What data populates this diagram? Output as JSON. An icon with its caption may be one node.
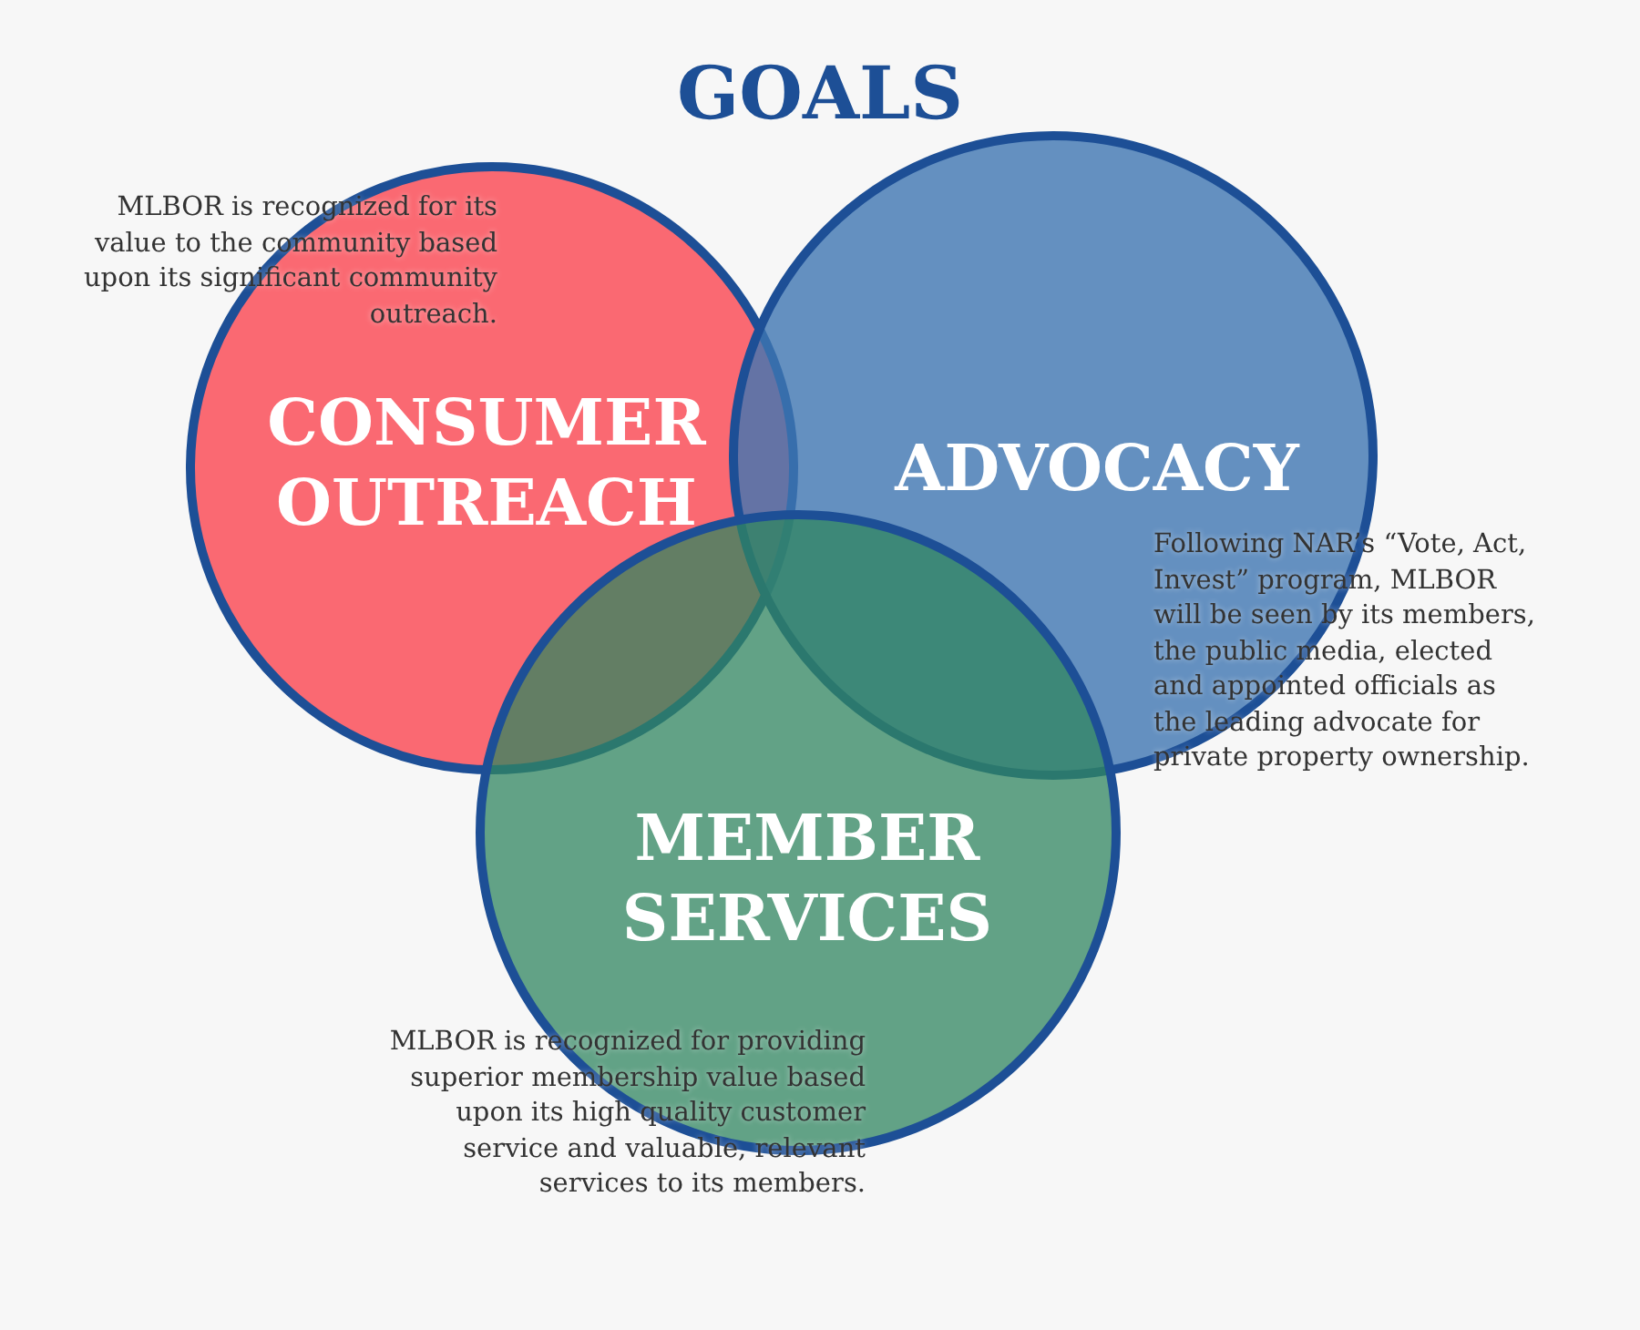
{
  "diagram": {
    "title": "GOALS",
    "nodes": [
      {
        "text": [
          "MLBOR is recognized for its value to the community based upon its significant community outreach.",
          "CONSUMER OUTREACH"
        ]
      },
      {
        "text": [
          "ADVOCACY",
          "Following NAR’s “Vote, Act, Invest” program, MLBOR will be seen by its members, the public media, elected and appointed officials as the leading advocate for private property ownership."
        ]
      },
      {
        "text": [
          "MEMBER SERVICES",
          "MLBOR is recognized for providing superior membership value based upon its high quality customer service and valuable, relevant services to its members."
        ]
      }
    ],
    "edges": []
  }
}
